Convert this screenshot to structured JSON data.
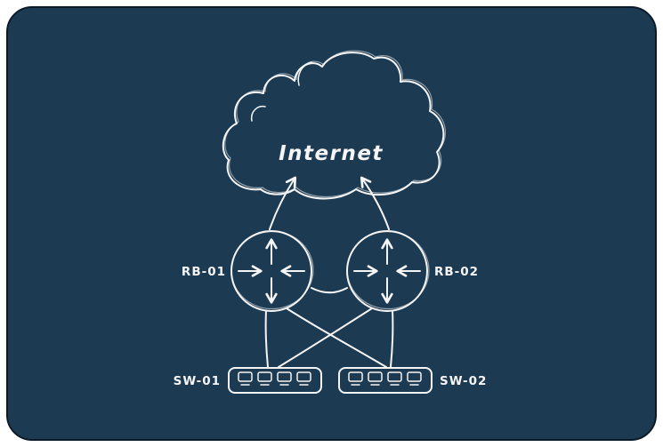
{
  "colors": {
    "outer_background": "#ffffff",
    "canvas_background": "#1c3a52",
    "ink": "#f5f5f5"
  },
  "icons": {
    "cloud": "internet-cloud-icon",
    "router": "router-crossed-arrows-icon",
    "switch_port": "ethernet-port-icon"
  },
  "diagram": {
    "cloud_label": "Internet",
    "routers": [
      {
        "label": "RB-01"
      },
      {
        "label": "RB-02"
      }
    ],
    "switches": [
      {
        "label": "SW-01"
      },
      {
        "label": "SW-02"
      }
    ]
  }
}
